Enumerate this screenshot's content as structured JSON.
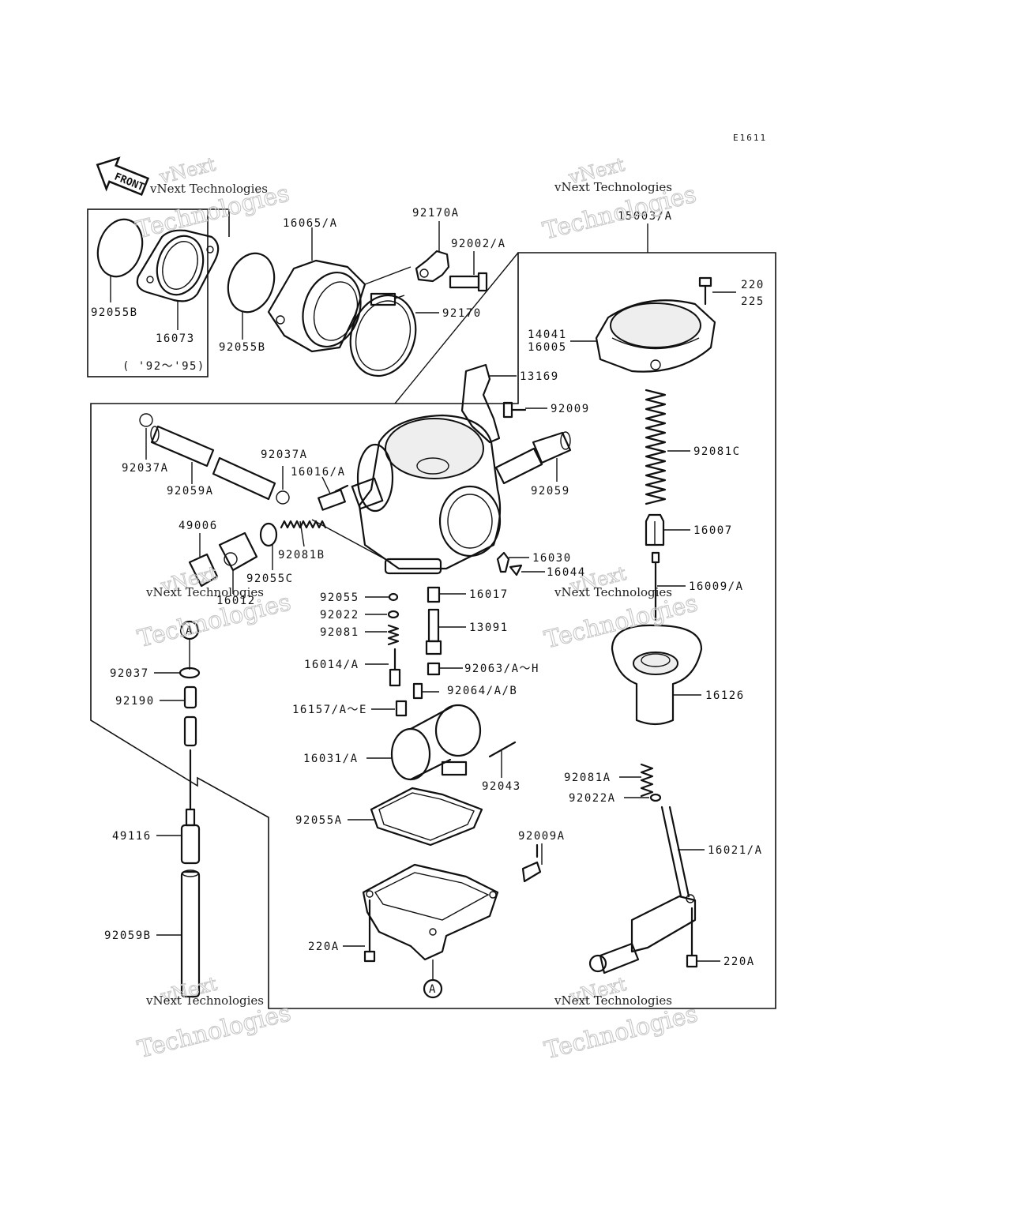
{
  "diagram_code": "E1611",
  "front_label": "FRONT",
  "year_note": "( '92～'95)",
  "callouts": {
    "A_ref": "A",
    "p16065": "16065/A",
    "p92170A": "92170A",
    "p92002": "92002/A",
    "p15003": "15003/A",
    "p220": "220",
    "p225": "225",
    "p14041": "14041",
    "p16005": "16005",
    "p92170": "92170",
    "p92055B_1": "92055B",
    "p16073": "16073",
    "p92055B_2": "92055B",
    "p13169": "13169",
    "p92009": "92009",
    "p92037A_1": "92037A",
    "p92037A_2": "92037A",
    "p16016": "16016/A",
    "p92081C": "92081C",
    "p92059A": "92059A",
    "p92059": "92059",
    "p49006": "49006",
    "p92081B": "92081B",
    "p16007": "16007",
    "p92055C": "92055C",
    "p16030": "16030",
    "p16044": "16044",
    "p16012": "16012",
    "p16009": "16009/A",
    "p92055": "92055",
    "p16017": "16017",
    "p92022": "92022",
    "p92081": "92081",
    "p13091": "13091",
    "p16014": "16014/A",
    "p92063": "92063/A～H",
    "p92037": "92037",
    "p16126": "16126",
    "p92064": "92064/A/B",
    "p92190": "92190",
    "p16157": "16157/A～E",
    "p16031": "16031/A",
    "p92043": "92043",
    "p92081A": "92081A",
    "p92022A": "92022A",
    "p92055A": "92055A",
    "p92009A": "92009A",
    "p49116": "49116",
    "p16021": "16021/A",
    "p92059B": "92059B",
    "p220A_1": "220A",
    "p220A_2": "220A"
  },
  "watermark": {
    "line1": "vNext",
    "line2": "Technologies",
    "caption": "vNext Technologies"
  }
}
